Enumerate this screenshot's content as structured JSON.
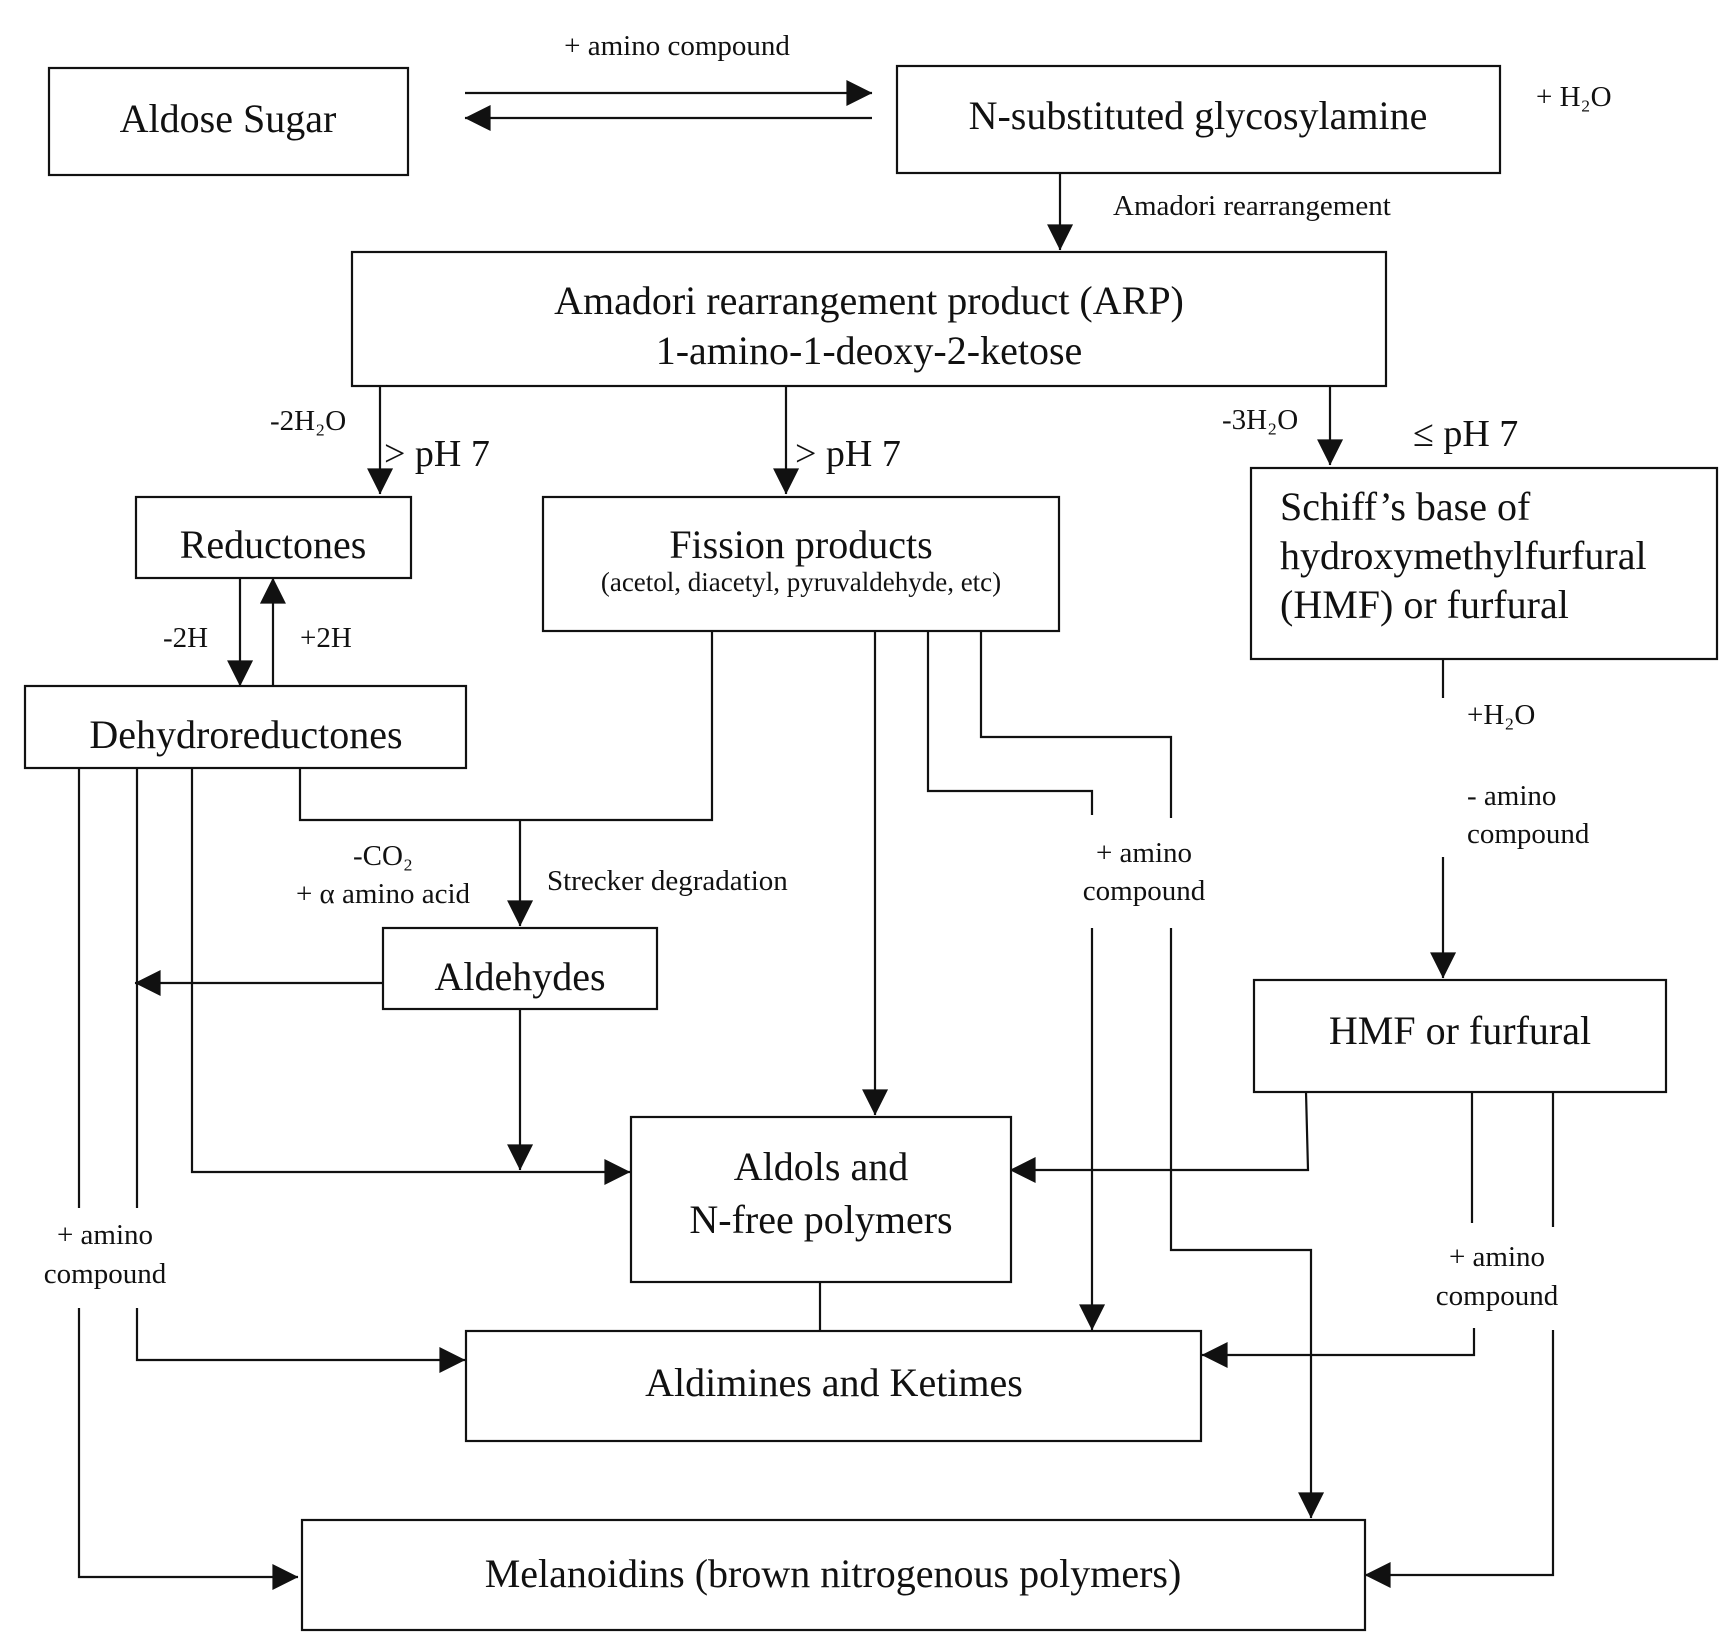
{
  "boxes": {
    "aldose": "Aldose Sugar",
    "glycosylamine": "N-substituted glycosylamine",
    "arp_line1": "Amadori rearrangement product (ARP)",
    "arp_line2": "1-amino-1-deoxy-2-ketose",
    "reductones": "Reductones",
    "fission": "Fission products",
    "fission_sub": "(acetol, diacetyl, pyruvaldehyde, etc)",
    "schiff_line1": "Schiff’s base of",
    "schiff_line2": "hydroxymethylfurfural",
    "schiff_line3": "(HMF) or furfural",
    "dehydroreductones": "Dehydroreductones",
    "aldehydes": "Aldehydes",
    "hmf": "HMF or furfural",
    "aldols_line1": "Aldols and",
    "aldols_line2": "N-free polymers",
    "aldimines": "Aldimines and Ketimes",
    "melanoidins": "Melanoidins (brown nitrogenous polymers)"
  },
  "labels": {
    "amino_top": "+ amino compound",
    "h2o_top": "+ H₂O",
    "amadori": "Amadori rearrangement",
    "minus_2h2o": "-2H₂O",
    "ph_gt7_left": "> pH 7",
    "ph_gt7_mid": "> pH 7",
    "minus_3h2o": "-3H₂O",
    "ph_le7": "≤ pH 7",
    "minus_2h": "-2H",
    "plus_2h": "+2H",
    "plus_h2o_right": "+H₂O",
    "minus_amino_1": "- amino",
    "minus_amino_2": "compound",
    "co2": "-CO₂",
    "alpha_amino": "+ α amino acid",
    "strecker": "Strecker degradation",
    "amino_mid_1": "+ amino",
    "amino_mid_2": "compound",
    "amino_left_1": "+ amino",
    "amino_left_2": "compound",
    "amino_right_1": "+ amino",
    "amino_right_2": "compound"
  }
}
